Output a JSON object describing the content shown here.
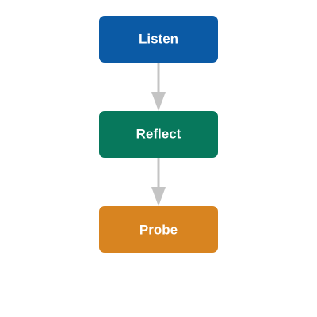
{
  "nodes": [
    {
      "id": "listen",
      "label": "Listen",
      "color": "#0b5aa5"
    },
    {
      "id": "reflect",
      "label": "Reflect",
      "color": "#07785c"
    },
    {
      "id": "probe",
      "label": "Probe",
      "color": "#d88420"
    }
  ],
  "edges": [
    {
      "from": "listen",
      "to": "reflect"
    },
    {
      "from": "reflect",
      "to": "probe"
    }
  ],
  "edge_color": "#c4c4c4"
}
